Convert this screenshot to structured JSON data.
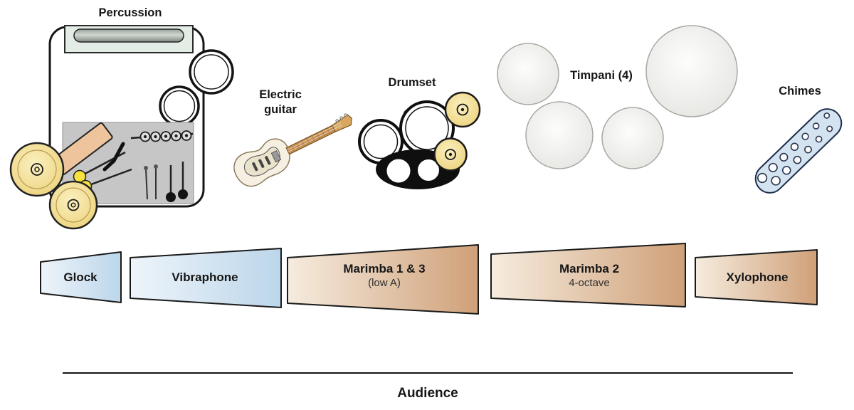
{
  "labels": {
    "percussion": "Percussion",
    "electric_guitar": "Electric\nguitar",
    "drumset": "Drumset",
    "timpani": "Timpani (4)",
    "chimes": "Chimes",
    "audience": "Audience"
  },
  "keyboards": [
    {
      "name": "Glock",
      "sub": ""
    },
    {
      "name": "Vibraphone",
      "sub": ""
    },
    {
      "name": "Marimba 1 & 3",
      "sub": "(low A)"
    },
    {
      "name": "Marimba 2",
      "sub": "4-octave"
    },
    {
      "name": "Xylophone",
      "sub": ""
    }
  ],
  "colors": {
    "keyboard_blue_light": "#eef4fa",
    "keyboard_blue_dark": "#bcd6ea",
    "keyboard_tan_light": "#f6ecdf",
    "keyboard_tan_dark": "#cfa078",
    "cymbal_yellow": "#ecd179",
    "timpani_gray": "#e6e6e3",
    "chime_blue": "#d4e3f0",
    "outline": "#1a1a1a"
  }
}
